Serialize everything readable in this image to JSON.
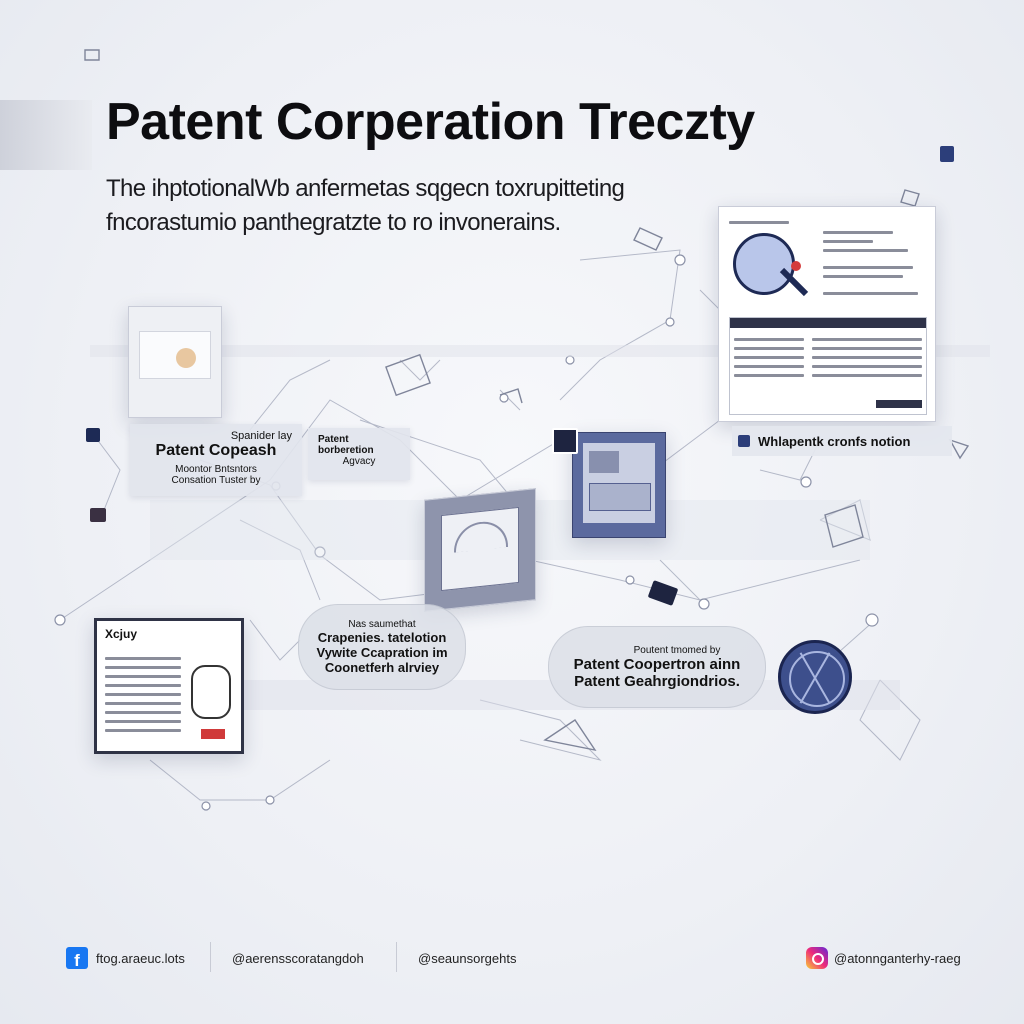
{
  "header": {
    "title": "Patent Corperation Treczty",
    "subtitle_line1": "The ihptotionalWb anfermetas sqgecn toxrupitteting",
    "subtitle_line2": "fncorastumio panthegratzte to ro invonerains."
  },
  "left_tag": {
    "line1": "Spanider  lay",
    "line2": "Patent Copeash",
    "line3": "Moontor Bntsntors",
    "line4": "Consation Tuster by"
  },
  "center_tag": {
    "line1": "Patent",
    "line2": "borberetion",
    "line3": "Agvacy"
  },
  "right_card": {
    "caption": "Whlapentk cronfs notion"
  },
  "bottom_left_doc": {
    "heading": "Xcjuy"
  },
  "bubble_center": {
    "line1": "Nas saumethat",
    "line2": "Crapenies. tatelotion",
    "line3": "Vywite Ccapration im",
    "line4": "Coonetferh alrviey"
  },
  "bubble_right": {
    "line1": "Poutent tmomed by",
    "line2": "Patent Coopertron ainn",
    "line3": "Patent Geahrgiondrios."
  },
  "footer": {
    "item1": "ftog.araeuc.lots",
    "item2": "@aerensscoratangdoh",
    "item3": "@seaunsorgehts",
    "item4": "@atonnganterhy-raeg"
  },
  "icons": {
    "facebook": "facebook-icon",
    "instagram": "instagram-icon",
    "globe": "globe-icon",
    "magnifier": "magnifier-icon"
  },
  "colors": {
    "accent": "#2c3e7a",
    "facebook": "#1877f2"
  }
}
